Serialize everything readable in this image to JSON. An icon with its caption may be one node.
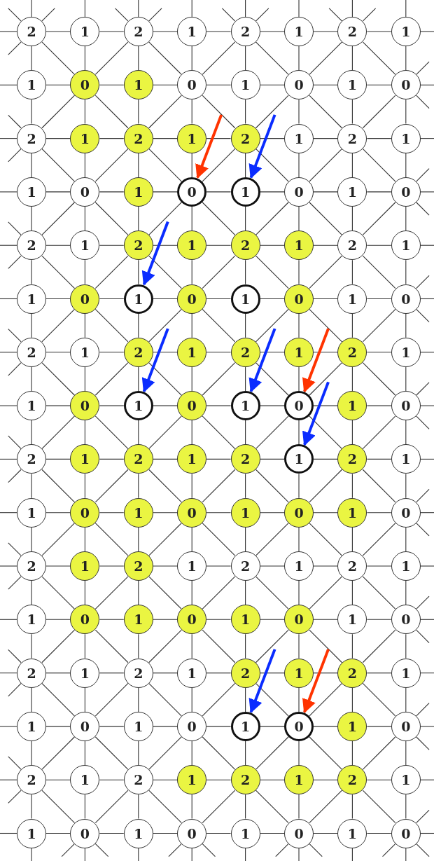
{
  "diagram": {
    "nodes": [
      {
        "text": [
          "2"
        ]
      },
      {
        "text": [
          "1"
        ]
      },
      {
        "text": [
          "2"
        ]
      },
      {
        "text": [
          "1"
        ]
      },
      {
        "text": [
          "2"
        ]
      },
      {
        "text": [
          "1"
        ]
      },
      {
        "text": [
          "2"
        ]
      },
      {
        "text": [
          "1"
        ]
      },
      {
        "text": [
          "1"
        ]
      },
      {
        "text": [
          "0"
        ]
      },
      {
        "text": [
          "1"
        ]
      },
      {
        "text": [
          "0"
        ]
      },
      {
        "text": [
          "1"
        ]
      },
      {
        "text": [
          "0"
        ]
      },
      {
        "text": [
          "1"
        ]
      },
      {
        "text": [
          "0"
        ]
      },
      {
        "text": [
          "2"
        ]
      },
      {
        "text": [
          "1"
        ]
      },
      {
        "text": [
          "2"
        ]
      },
      {
        "text": [
          "1"
        ]
      },
      {
        "text": [
          "2"
        ]
      },
      {
        "text": [
          "1"
        ]
      },
      {
        "text": [
          "2"
        ]
      },
      {
        "text": [
          "1"
        ]
      },
      {
        "text": [
          "1"
        ]
      },
      {
        "text": [
          "0"
        ]
      },
      {
        "text": [
          "1"
        ]
      },
      {
        "text": [
          "0"
        ]
      },
      {
        "text": [
          "1"
        ]
      },
      {
        "text": [
          "0"
        ]
      },
      {
        "text": [
          "1"
        ]
      },
      {
        "text": [
          "0"
        ]
      },
      {
        "text": [
          "2"
        ]
      },
      {
        "text": [
          "1"
        ]
      },
      {
        "text": [
          "2"
        ]
      },
      {
        "text": [
          "1"
        ]
      },
      {
        "text": [
          "2"
        ]
      },
      {
        "text": [
          "1"
        ]
      },
      {
        "text": [
          "2"
        ]
      },
      {
        "text": [
          "1"
        ]
      },
      {
        "text": [
          "1"
        ]
      },
      {
        "text": [
          "0"
        ]
      },
      {
        "text": [
          "1"
        ]
      },
      {
        "text": [
          "0"
        ]
      },
      {
        "text": [
          "1"
        ]
      },
      {
        "text": [
          "0"
        ]
      },
      {
        "text": [
          "1"
        ]
      },
      {
        "text": [
          "0"
        ]
      },
      {
        "text": [
          "2"
        ]
      },
      {
        "text": [
          "1"
        ]
      },
      {
        "text": [
          "2"
        ]
      },
      {
        "text": [
          "1"
        ]
      },
      {
        "text": [
          "2"
        ]
      },
      {
        "text": [
          "1"
        ]
      },
      {
        "text": [
          "2"
        ]
      },
      {
        "text": [
          "1"
        ]
      },
      {
        "text": [
          "1"
        ]
      },
      {
        "text": [
          "0"
        ]
      },
      {
        "text": [
          "1"
        ]
      },
      {
        "text": [
          "0"
        ]
      },
      {
        "text": [
          "1"
        ]
      },
      {
        "text": [
          "0"
        ]
      },
      {
        "text": [
          "1"
        ]
      },
      {
        "text": [
          "0"
        ]
      },
      {
        "text": [
          "2"
        ]
      },
      {
        "text": [
          "1"
        ]
      },
      {
        "text": [
          "2"
        ]
      },
      {
        "text": [
          "1"
        ]
      },
      {
        "text": [
          "2"
        ]
      },
      {
        "text": [
          "1"
        ]
      },
      {
        "text": [
          "2"
        ]
      },
      {
        "text": [
          "1"
        ]
      },
      {
        "text": [
          "1"
        ]
      },
      {
        "text": [
          "0"
        ]
      },
      {
        "text": [
          "1"
        ]
      },
      {
        "text": [
          "0"
        ]
      },
      {
        "text": [
          "1"
        ]
      },
      {
        "text": [
          "0"
        ]
      },
      {
        "text": [
          "1"
        ]
      },
      {
        "text": [
          "0"
        ]
      },
      {
        "text": [
          "2"
        ]
      },
      {
        "text": [
          "1"
        ]
      },
      {
        "text": [
          "2"
        ]
      },
      {
        "text": [
          "1"
        ]
      },
      {
        "text": [
          "2"
        ]
      },
      {
        "text": [
          "1"
        ]
      },
      {
        "text": [
          "2"
        ]
      },
      {
        "text": [
          "1"
        ]
      },
      {
        "text": [
          "1"
        ]
      },
      {
        "text": [
          "0"
        ]
      },
      {
        "text": [
          "1"
        ]
      },
      {
        "text": [
          "0"
        ]
      },
      {
        "text": [
          "1"
        ]
      },
      {
        "text": [
          "0"
        ]
      },
      {
        "text": [
          "1"
        ]
      },
      {
        "text": [
          "0"
        ]
      },
      {
        "text": [
          "2"
        ]
      },
      {
        "text": [
          "1"
        ]
      },
      {
        "text": [
          "2"
        ]
      },
      {
        "text": [
          "1"
        ]
      },
      {
        "text": [
          "2"
        ]
      },
      {
        "text": [
          "1"
        ]
      },
      {
        "text": [
          "2"
        ]
      },
      {
        "text": [
          "1"
        ]
      },
      {
        "text": [
          "1"
        ]
      },
      {
        "text": [
          "0"
        ]
      },
      {
        "text": [
          "1"
        ]
      },
      {
        "text": [
          "0"
        ]
      },
      {
        "text": [
          "1"
        ]
      },
      {
        "text": [
          "0"
        ]
      },
      {
        "text": [
          "1"
        ]
      },
      {
        "text": [
          "0"
        ]
      },
      {
        "text": [
          "2"
        ]
      },
      {
        "text": [
          "1"
        ]
      },
      {
        "text": [
          "2"
        ]
      },
      {
        "text": [
          "1"
        ]
      },
      {
        "text": [
          "2"
        ]
      },
      {
        "text": [
          "1"
        ]
      },
      {
        "text": [
          "2"
        ]
      },
      {
        "text": [
          "1"
        ]
      },
      {
        "text": [
          "1"
        ]
      },
      {
        "text": [
          "0"
        ]
      },
      {
        "text": [
          "1"
        ]
      },
      {
        "text": [
          "0"
        ]
      },
      {
        "text": [
          "1"
        ]
      },
      {
        "text": [
          "0"
        ]
      },
      {
        "text": [
          "1"
        ]
      },
      {
        "text": [
          "0"
        ]
      }
    ],
    "edges": [
      {
        "from": 0,
        "to": 1,
        "arrow": "none"
      },
      {
        "from": 1,
        "to": 2,
        "arrow": "none"
      },
      {
        "from": 2,
        "to": 3,
        "arrow": "none"
      },
      {
        "from": 3,
        "to": 4,
        "arrow": "none"
      },
      {
        "from": 4,
        "to": 5,
        "arrow": "none"
      },
      {
        "from": 5,
        "to": 6,
        "arrow": "none"
      },
      {
        "from": 6,
        "to": 7,
        "arrow": "none"
      },
      {
        "from": 0,
        "to": 8,
        "arrow": "none"
      },
      {
        "from": 1,
        "to": 9,
        "arrow": "none"
      },
      {
        "from": 2,
        "to": 10,
        "arrow": "none"
      },
      {
        "from": 3,
        "to": 11,
        "arrow": "none"
      },
      {
        "from": 4,
        "to": 12,
        "arrow": "none"
      },
      {
        "from": 5,
        "to": 13,
        "arrow": "none"
      },
      {
        "from": 6,
        "to": 14,
        "arrow": "none"
      },
      {
        "from": 7,
        "to": 15,
        "arrow": "none"
      },
      {
        "from": 0,
        "to": 9,
        "arrow": "none"
      },
      {
        "from": 2,
        "to": 9,
        "arrow": "none"
      },
      {
        "from": 2,
        "to": 11,
        "arrow": "none"
      },
      {
        "from": 4,
        "to": 11,
        "arrow": "none"
      },
      {
        "from": 4,
        "to": 13,
        "arrow": "none"
      },
      {
        "from": 6,
        "to": 13,
        "arrow": "none"
      },
      {
        "from": 6,
        "to": 15,
        "arrow": "none"
      },
      {
        "from": 8,
        "to": 9,
        "arrow": "none"
      },
      {
        "from": 9,
        "to": 10,
        "arrow": "none"
      },
      {
        "from": 10,
        "to": 11,
        "arrow": "none"
      },
      {
        "from": 11,
        "to": 12,
        "arrow": "none"
      },
      {
        "from": 12,
        "to": 13,
        "arrow": "none"
      },
      {
        "from": 13,
        "to": 14,
        "arrow": "none"
      },
      {
        "from": 14,
        "to": 15,
        "arrow": "none"
      },
      {
        "from": 8,
        "to": 16,
        "arrow": "none"
      },
      {
        "from": 9,
        "to": 17,
        "arrow": "none"
      },
      {
        "from": 10,
        "to": 18,
        "arrow": "none"
      },
      {
        "from": 11,
        "to": 19,
        "arrow": "none"
      },
      {
        "from": 12,
        "to": 20,
        "arrow": "none"
      },
      {
        "from": 13,
        "to": 21,
        "arrow": "none"
      },
      {
        "from": 14,
        "to": 22,
        "arrow": "none"
      },
      {
        "from": 15,
        "to": 23,
        "arrow": "none"
      },
      {
        "from": 9,
        "to": 16,
        "arrow": "none"
      },
      {
        "from": 9,
        "to": 18,
        "arrow": "none"
      },
      {
        "from": 11,
        "to": 18,
        "arrow": "none"
      },
      {
        "from": 11,
        "to": 20,
        "arrow": "none"
      },
      {
        "from": 13,
        "to": 20,
        "arrow": "none"
      },
      {
        "from": 13,
        "to": 22,
        "arrow": "none"
      },
      {
        "from": 15,
        "to": 22,
        "arrow": "none"
      },
      {
        "from": 16,
        "to": 17,
        "arrow": "none"
      },
      {
        "from": 17,
        "to": 18,
        "arrow": "none"
      },
      {
        "from": 18,
        "to": 19,
        "arrow": "none"
      },
      {
        "from": 19,
        "to": 20,
        "arrow": "none"
      },
      {
        "from": 20,
        "to": 21,
        "arrow": "none"
      },
      {
        "from": 21,
        "to": 22,
        "arrow": "none"
      },
      {
        "from": 22,
        "to": 23,
        "arrow": "none"
      },
      {
        "from": 16,
        "to": 24,
        "arrow": "none"
      },
      {
        "from": 17,
        "to": 25,
        "arrow": "none"
      },
      {
        "from": 18,
        "to": 26,
        "arrow": "none"
      },
      {
        "from": 19,
        "to": 27,
        "arrow": "none"
      },
      {
        "from": 20,
        "to": 28,
        "arrow": "none"
      },
      {
        "from": 21,
        "to": 29,
        "arrow": "none"
      },
      {
        "from": 22,
        "to": 30,
        "arrow": "none"
      },
      {
        "from": 23,
        "to": 31,
        "arrow": "none"
      },
      {
        "from": 16,
        "to": 25,
        "arrow": "none"
      },
      {
        "from": 18,
        "to": 25,
        "arrow": "none"
      },
      {
        "from": 18,
        "to": 27,
        "arrow": "none"
      },
      {
        "from": 20,
        "to": 27,
        "arrow": "none"
      },
      {
        "from": 20,
        "to": 29,
        "arrow": "none"
      },
      {
        "from": 22,
        "to": 29,
        "arrow": "none"
      },
      {
        "from": 22,
        "to": 31,
        "arrow": "none"
      },
      {
        "from": 24,
        "to": 25,
        "arrow": "none"
      },
      {
        "from": 25,
        "to": 26,
        "arrow": "none"
      },
      {
        "from": 26,
        "to": 27,
        "arrow": "none"
      },
      {
        "from": 27,
        "to": 28,
        "arrow": "none"
      },
      {
        "from": 28,
        "to": 29,
        "arrow": "none"
      },
      {
        "from": 29,
        "to": 30,
        "arrow": "none"
      },
      {
        "from": 30,
        "to": 31,
        "arrow": "none"
      },
      {
        "from": 24,
        "to": 32,
        "arrow": "none"
      },
      {
        "from": 25,
        "to": 33,
        "arrow": "none"
      },
      {
        "from": 26,
        "to": 34,
        "arrow": "none"
      },
      {
        "from": 27,
        "to": 35,
        "arrow": "none"
      },
      {
        "from": 28,
        "to": 36,
        "arrow": "none"
      },
      {
        "from": 29,
        "to": 37,
        "arrow": "none"
      },
      {
        "from": 30,
        "to": 38,
        "arrow": "none"
      },
      {
        "from": 31,
        "to": 39,
        "arrow": "none"
      },
      {
        "from": 25,
        "to": 32,
        "arrow": "none"
      },
      {
        "from": 25,
        "to": 34,
        "arrow": "none"
      },
      {
        "from": 27,
        "to": 34,
        "arrow": "none"
      },
      {
        "from": 27,
        "to": 36,
        "arrow": "none"
      },
      {
        "from": 29,
        "to": 36,
        "arrow": "none"
      },
      {
        "from": 29,
        "to": 38,
        "arrow": "none"
      },
      {
        "from": 31,
        "to": 38,
        "arrow": "none"
      },
      {
        "from": 32,
        "to": 33,
        "arrow": "none"
      },
      {
        "from": 33,
        "to": 34,
        "arrow": "none"
      },
      {
        "from": 34,
        "to": 35,
        "arrow": "none"
      },
      {
        "from": 35,
        "to": 36,
        "arrow": "none"
      },
      {
        "from": 36,
        "to": 37,
        "arrow": "none"
      },
      {
        "from": 37,
        "to": 38,
        "arrow": "none"
      },
      {
        "from": 38,
        "to": 39,
        "arrow": "none"
      },
      {
        "from": 32,
        "to": 40,
        "arrow": "none"
      },
      {
        "from": 33,
        "to": 41,
        "arrow": "none"
      },
      {
        "from": 34,
        "to": 42,
        "arrow": "none"
      },
      {
        "from": 35,
        "to": 43,
        "arrow": "none"
      },
      {
        "from": 36,
        "to": 44,
        "arrow": "none"
      },
      {
        "from": 37,
        "to": 45,
        "arrow": "none"
      },
      {
        "from": 38,
        "to": 46,
        "arrow": "none"
      },
      {
        "from": 39,
        "to": 47,
        "arrow": "none"
      },
      {
        "from": 32,
        "to": 41,
        "arrow": "none"
      },
      {
        "from": 34,
        "to": 41,
        "arrow": "none"
      },
      {
        "from": 34,
        "to": 43,
        "arrow": "none"
      },
      {
        "from": 36,
        "to": 43,
        "arrow": "none"
      },
      {
        "from": 36,
        "to": 45,
        "arrow": "none"
      },
      {
        "from": 38,
        "to": 45,
        "arrow": "none"
      },
      {
        "from": 38,
        "to": 47,
        "arrow": "none"
      },
      {
        "from": 40,
        "to": 41,
        "arrow": "none"
      },
      {
        "from": 41,
        "to": 42,
        "arrow": "none"
      },
      {
        "from": 42,
        "to": 43,
        "arrow": "none"
      },
      {
        "from": 43,
        "to": 44,
        "arrow": "none"
      },
      {
        "from": 44,
        "to": 45,
        "arrow": "none"
      },
      {
        "from": 45,
        "to": 46,
        "arrow": "none"
      },
      {
        "from": 46,
        "to": 47,
        "arrow": "none"
      },
      {
        "from": 40,
        "to": 48,
        "arrow": "none"
      },
      {
        "from": 41,
        "to": 49,
        "arrow": "none"
      },
      {
        "from": 42,
        "to": 50,
        "arrow": "none"
      },
      {
        "from": 43,
        "to": 51,
        "arrow": "none"
      },
      {
        "from": 44,
        "to": 52,
        "arrow": "none"
      },
      {
        "from": 45,
        "to": 53,
        "arrow": "none"
      },
      {
        "from": 46,
        "to": 54,
        "arrow": "none"
      },
      {
        "from": 47,
        "to": 55,
        "arrow": "none"
      },
      {
        "from": 41,
        "to": 48,
        "arrow": "none"
      },
      {
        "from": 41,
        "to": 50,
        "arrow": "none"
      },
      {
        "from": 43,
        "to": 50,
        "arrow": "none"
      },
      {
        "from": 43,
        "to": 52,
        "arrow": "none"
      },
      {
        "from": 45,
        "to": 52,
        "arrow": "none"
      },
      {
        "from": 45,
        "to": 54,
        "arrow": "none"
      },
      {
        "from": 47,
        "to": 54,
        "arrow": "none"
      },
      {
        "from": 48,
        "to": 49,
        "arrow": "none"
      },
      {
        "from": 49,
        "to": 50,
        "arrow": "none"
      },
      {
        "from": 50,
        "to": 51,
        "arrow": "none"
      },
      {
        "from": 51,
        "to": 52,
        "arrow": "none"
      },
      {
        "from": 52,
        "to": 53,
        "arrow": "none"
      },
      {
        "from": 53,
        "to": 54,
        "arrow": "none"
      },
      {
        "from": 54,
        "to": 55,
        "arrow": "none"
      },
      {
        "from": 48,
        "to": 56,
        "arrow": "none"
      },
      {
        "from": 49,
        "to": 57,
        "arrow": "none"
      },
      {
        "from": 50,
        "to": 58,
        "arrow": "none"
      },
      {
        "from": 51,
        "to": 59,
        "arrow": "none"
      },
      {
        "from": 52,
        "to": 60,
        "arrow": "none"
      },
      {
        "from": 53,
        "to": 61,
        "arrow": "none"
      },
      {
        "from": 54,
        "to": 62,
        "arrow": "none"
      },
      {
        "from": 55,
        "to": 63,
        "arrow": "none"
      },
      {
        "from": 48,
        "to": 57,
        "arrow": "none"
      },
      {
        "from": 50,
        "to": 57,
        "arrow": "none"
      },
      {
        "from": 50,
        "to": 59,
        "arrow": "none"
      },
      {
        "from": 52,
        "to": 59,
        "arrow": "none"
      },
      {
        "from": 52,
        "to": 61,
        "arrow": "none"
      },
      {
        "from": 54,
        "to": 61,
        "arrow": "none"
      },
      {
        "from": 54,
        "to": 63,
        "arrow": "none"
      },
      {
        "from": 56,
        "to": 57,
        "arrow": "none"
      },
      {
        "from": 57,
        "to": 58,
        "arrow": "none"
      },
      {
        "from": 58,
        "to": 59,
        "arrow": "none"
      },
      {
        "from": 59,
        "to": 60,
        "arrow": "none"
      },
      {
        "from": 60,
        "to": 61,
        "arrow": "none"
      },
      {
        "from": 61,
        "to": 62,
        "arrow": "none"
      },
      {
        "from": 62,
        "to": 63,
        "arrow": "none"
      },
      {
        "from": 56,
        "to": 64,
        "arrow": "none"
      },
      {
        "from": 57,
        "to": 65,
        "arrow": "none"
      },
      {
        "from": 58,
        "to": 66,
        "arrow": "none"
      },
      {
        "from": 59,
        "to": 67,
        "arrow": "none"
      },
      {
        "from": 60,
        "to": 68,
        "arrow": "none"
      },
      {
        "from": 61,
        "to": 69,
        "arrow": "none"
      },
      {
        "from": 62,
        "to": 70,
        "arrow": "none"
      },
      {
        "from": 63,
        "to": 71,
        "arrow": "none"
      },
      {
        "from": 57,
        "to": 64,
        "arrow": "none"
      },
      {
        "from": 57,
        "to": 66,
        "arrow": "none"
      },
      {
        "from": 59,
        "to": 66,
        "arrow": "none"
      },
      {
        "from": 59,
        "to": 68,
        "arrow": "none"
      },
      {
        "from": 61,
        "to": 68,
        "arrow": "none"
      },
      {
        "from": 61,
        "to": 70,
        "arrow": "none"
      },
      {
        "from": 63,
        "to": 70,
        "arrow": "none"
      },
      {
        "from": 64,
        "to": 65,
        "arrow": "none"
      },
      {
        "from": 65,
        "to": 66,
        "arrow": "none"
      },
      {
        "from": 66,
        "to": 67,
        "arrow": "none"
      },
      {
        "from": 67,
        "to": 68,
        "arrow": "none"
      },
      {
        "from": 68,
        "to": 69,
        "arrow": "none"
      },
      {
        "from": 69,
        "to": 70,
        "arrow": "none"
      },
      {
        "from": 70,
        "to": 71,
        "arrow": "none"
      },
      {
        "from": 64,
        "to": 72,
        "arrow": "none"
      },
      {
        "from": 65,
        "to": 73,
        "arrow": "none"
      },
      {
        "from": 66,
        "to": 74,
        "arrow": "none"
      },
      {
        "from": 67,
        "to": 75,
        "arrow": "none"
      },
      {
        "from": 68,
        "to": 76,
        "arrow": "none"
      },
      {
        "from": 69,
        "to": 77,
        "arrow": "none"
      },
      {
        "from": 70,
        "to": 78,
        "arrow": "none"
      },
      {
        "from": 71,
        "to": 79,
        "arrow": "none"
      },
      {
        "from": 64,
        "to": 73,
        "arrow": "none"
      },
      {
        "from": 66,
        "to": 73,
        "arrow": "none"
      },
      {
        "from": 66,
        "to": 75,
        "arrow": "none"
      },
      {
        "from": 68,
        "to": 75,
        "arrow": "none"
      },
      {
        "from": 68,
        "to": 77,
        "arrow": "none"
      },
      {
        "from": 70,
        "to": 77,
        "arrow": "none"
      },
      {
        "from": 70,
        "to": 79,
        "arrow": "none"
      },
      {
        "from": 72,
        "to": 73,
        "arrow": "none"
      },
      {
        "from": 73,
        "to": 74,
        "arrow": "none"
      },
      {
        "from": 74,
        "to": 75,
        "arrow": "none"
      },
      {
        "from": 75,
        "to": 76,
        "arrow": "none"
      },
      {
        "from": 76,
        "to": 77,
        "arrow": "none"
      },
      {
        "from": 77,
        "to": 78,
        "arrow": "none"
      },
      {
        "from": 78,
        "to": 79,
        "arrow": "none"
      },
      {
        "from": 72,
        "to": 80,
        "arrow": "none"
      },
      {
        "from": 73,
        "to": 81,
        "arrow": "none"
      },
      {
        "from": 74,
        "to": 82,
        "arrow": "none"
      },
      {
        "from": 75,
        "to": 83,
        "arrow": "none"
      },
      {
        "from": 76,
        "to": 84,
        "arrow": "none"
      },
      {
        "from": 77,
        "to": 85,
        "arrow": "none"
      },
      {
        "from": 78,
        "to": 86,
        "arrow": "none"
      },
      {
        "from": 79,
        "to": 87,
        "arrow": "none"
      },
      {
        "from": 73,
        "to": 80,
        "arrow": "none"
      },
      {
        "from": 73,
        "to": 82,
        "arrow": "none"
      },
      {
        "from": 75,
        "to": 82,
        "arrow": "none"
      },
      {
        "from": 75,
        "to": 84,
        "arrow": "none"
      },
      {
        "from": 77,
        "to": 84,
        "arrow": "none"
      },
      {
        "from": 77,
        "to": 86,
        "arrow": "none"
      },
      {
        "from": 79,
        "to": 86,
        "arrow": "none"
      },
      {
        "from": 80,
        "to": 81,
        "arrow": "none"
      },
      {
        "from": 81,
        "to": 82,
        "arrow": "none"
      },
      {
        "from": 82,
        "to": 83,
        "arrow": "none"
      },
      {
        "from": 83,
        "to": 84,
        "arrow": "none"
      },
      {
        "from": 84,
        "to": 85,
        "arrow": "none"
      },
      {
        "from": 85,
        "to": 86,
        "arrow": "none"
      },
      {
        "from": 86,
        "to": 87,
        "arrow": "none"
      },
      {
        "from": 80,
        "to": 88,
        "arrow": "none"
      },
      {
        "from": 81,
        "to": 89,
        "arrow": "none"
      },
      {
        "from": 82,
        "to": 90,
        "arrow": "none"
      },
      {
        "from": 83,
        "to": 91,
        "arrow": "none"
      },
      {
        "from": 84,
        "to": 92,
        "arrow": "none"
      },
      {
        "from": 85,
        "to": 93,
        "arrow": "none"
      },
      {
        "from": 86,
        "to": 94,
        "arrow": "none"
      },
      {
        "from": 87,
        "to": 95,
        "arrow": "none"
      },
      {
        "from": 80,
        "to": 89,
        "arrow": "none"
      },
      {
        "from": 82,
        "to": 89,
        "arrow": "none"
      },
      {
        "from": 82,
        "to": 91,
        "arrow": "none"
      },
      {
        "from": 84,
        "to": 91,
        "arrow": "none"
      },
      {
        "from": 84,
        "to": 93,
        "arrow": "none"
      },
      {
        "from": 86,
        "to": 93,
        "arrow": "none"
      },
      {
        "from": 86,
        "to": 95,
        "arrow": "none"
      },
      {
        "from": 88,
        "to": 89,
        "arrow": "none"
      },
      {
        "from": 89,
        "to": 90,
        "arrow": "none"
      },
      {
        "from": 90,
        "to": 91,
        "arrow": "none"
      },
      {
        "from": 91,
        "to": 92,
        "arrow": "none"
      },
      {
        "from": 92,
        "to": 93,
        "arrow": "none"
      },
      {
        "from": 93,
        "to": 94,
        "arrow": "none"
      },
      {
        "from": 94,
        "to": 95,
        "arrow": "none"
      },
      {
        "from": 88,
        "to": 96,
        "arrow": "none"
      },
      {
        "from": 89,
        "to": 97,
        "arrow": "none"
      },
      {
        "from": 90,
        "to": 98,
        "arrow": "none"
      },
      {
        "from": 91,
        "to": 99,
        "arrow": "none"
      },
      {
        "from": 92,
        "to": 100,
        "arrow": "none"
      },
      {
        "from": 93,
        "to": 101,
        "arrow": "none"
      },
      {
        "from": 94,
        "to": 102,
        "arrow": "none"
      },
      {
        "from": 95,
        "to": 103,
        "arrow": "none"
      },
      {
        "from": 89,
        "to": 96,
        "arrow": "none"
      },
      {
        "from": 89,
        "to": 98,
        "arrow": "none"
      },
      {
        "from": 91,
        "to": 98,
        "arrow": "none"
      },
      {
        "from": 91,
        "to": 100,
        "arrow": "none"
      },
      {
        "from": 93,
        "to": 100,
        "arrow": "none"
      },
      {
        "from": 93,
        "to": 102,
        "arrow": "none"
      },
      {
        "from": 95,
        "to": 102,
        "arrow": "none"
      },
      {
        "from": 96,
        "to": 97,
        "arrow": "none"
      },
      {
        "from": 97,
        "to": 98,
        "arrow": "none"
      },
      {
        "from": 98,
        "to": 99,
        "arrow": "none"
      },
      {
        "from": 99,
        "to": 100,
        "arrow": "none"
      },
      {
        "from": 100,
        "to": 101,
        "arrow": "none"
      },
      {
        "from": 101,
        "to": 102,
        "arrow": "none"
      },
      {
        "from": 102,
        "to": 103,
        "arrow": "none"
      },
      {
        "from": 96,
        "to": 104,
        "arrow": "none"
      },
      {
        "from": 97,
        "to": 105,
        "arrow": "none"
      },
      {
        "from": 98,
        "to": 106,
        "arrow": "none"
      },
      {
        "from": 99,
        "to": 107,
        "arrow": "none"
      },
      {
        "from": 100,
        "to": 108,
        "arrow": "none"
      },
      {
        "from": 101,
        "to": 109,
        "arrow": "none"
      },
      {
        "from": 102,
        "to": 110,
        "arrow": "none"
      },
      {
        "from": 103,
        "to": 111,
        "arrow": "none"
      },
      {
        "from": 96,
        "to": 105,
        "arrow": "none"
      },
      {
        "from": 98,
        "to": 105,
        "arrow": "none"
      },
      {
        "from": 98,
        "to": 107,
        "arrow": "none"
      },
      {
        "from": 100,
        "to": 107,
        "arrow": "none"
      },
      {
        "from": 100,
        "to": 109,
        "arrow": "none"
      },
      {
        "from": 102,
        "to": 109,
        "arrow": "none"
      },
      {
        "from": 102,
        "to": 111,
        "arrow": "none"
      },
      {
        "from": 104,
        "to": 105,
        "arrow": "none"
      },
      {
        "from": 105,
        "to": 106,
        "arrow": "none"
      },
      {
        "from": 106,
        "to": 107,
        "arrow": "none"
      },
      {
        "from": 107,
        "to": 108,
        "arrow": "none"
      },
      {
        "from": 108,
        "to": 109,
        "arrow": "none"
      },
      {
        "from": 109,
        "to": 110,
        "arrow": "none"
      },
      {
        "from": 110,
        "to": 111,
        "arrow": "none"
      },
      {
        "from": 104,
        "to": 112,
        "arrow": "none"
      },
      {
        "from": 105,
        "to": 113,
        "arrow": "none"
      },
      {
        "from": 106,
        "to": 114,
        "arrow": "none"
      },
      {
        "from": 107,
        "to": 115,
        "arrow": "none"
      },
      {
        "from": 108,
        "to": 116,
        "arrow": "none"
      },
      {
        "from": 109,
        "to": 117,
        "arrow": "none"
      },
      {
        "from": 110,
        "to": 118,
        "arrow": "none"
      },
      {
        "from": 111,
        "to": 119,
        "arrow": "none"
      },
      {
        "from": 105,
        "to": 112,
        "arrow": "none"
      },
      {
        "from": 105,
        "to": 114,
        "arrow": "none"
      },
      {
        "from": 107,
        "to": 114,
        "arrow": "none"
      },
      {
        "from": 107,
        "to": 116,
        "arrow": "none"
      },
      {
        "from": 109,
        "to": 116,
        "arrow": "none"
      },
      {
        "from": 109,
        "to": 118,
        "arrow": "none"
      },
      {
        "from": 111,
        "to": 118,
        "arrow": "none"
      },
      {
        "from": 112,
        "to": 113,
        "arrow": "none"
      },
      {
        "from": 113,
        "to": 114,
        "arrow": "none"
      },
      {
        "from": 114,
        "to": 115,
        "arrow": "none"
      },
      {
        "from": 115,
        "to": 116,
        "arrow": "none"
      },
      {
        "from": 116,
        "to": 117,
        "arrow": "none"
      },
      {
        "from": 117,
        "to": 118,
        "arrow": "none"
      },
      {
        "from": 118,
        "to": 119,
        "arrow": "none"
      },
      {
        "from": 112,
        "to": 120,
        "arrow": "none"
      },
      {
        "from": 113,
        "to": 121,
        "arrow": "none"
      },
      {
        "from": 114,
        "to": 122,
        "arrow": "none"
      },
      {
        "from": 115,
        "to": 123,
        "arrow": "none"
      },
      {
        "from": 116,
        "to": 124,
        "arrow": "none"
      },
      {
        "from": 117,
        "to": 125,
        "arrow": "none"
      },
      {
        "from": 118,
        "to": 126,
        "arrow": "none"
      },
      {
        "from": 119,
        "to": 127,
        "arrow": "none"
      },
      {
        "from": 112,
        "to": 121,
        "arrow": "none"
      },
      {
        "from": 114,
        "to": 121,
        "arrow": "none"
      },
      {
        "from": 114,
        "to": 123,
        "arrow": "none"
      },
      {
        "from": 116,
        "to": 123,
        "arrow": "none"
      },
      {
        "from": 116,
        "to": 125,
        "arrow": "none"
      },
      {
        "from": 118,
        "to": 125,
        "arrow": "none"
      },
      {
        "from": 118,
        "to": 127,
        "arrow": "none"
      },
      {
        "from": 120,
        "to": 121,
        "arrow": "none"
      },
      {
        "from": 121,
        "to": 122,
        "arrow": "none"
      },
      {
        "from": 122,
        "to": 123,
        "arrow": "none"
      },
      {
        "from": 123,
        "to": 124,
        "arrow": "none"
      },
      {
        "from": 124,
        "to": 125,
        "arrow": "none"
      },
      {
        "from": 125,
        "to": 126,
        "arrow": "none"
      },
      {
        "from": 126,
        "to": 127,
        "arrow": "none"
      },
      {
        "from": null,
        "to": 27,
        "arrow": "to",
        "style": "thick",
        "color": "#ff3300"
      },
      {
        "from": null,
        "to": 28,
        "arrow": "to",
        "style": "thick",
        "color": "#0a2cff"
      },
      {
        "from": null,
        "to": 42,
        "arrow": "to",
        "style": "thick",
        "color": "#0a2cff"
      },
      {
        "from": null,
        "to": 58,
        "arrow": "to",
        "style": "thick",
        "color": "#0a2cff"
      },
      {
        "from": null,
        "to": 60,
        "arrow": "to",
        "style": "thick",
        "color": "#0a2cff"
      },
      {
        "from": null,
        "to": 61,
        "arrow": "to",
        "style": "thick",
        "color": "#ff3300"
      },
      {
        "from": null,
        "to": 69,
        "arrow": "to",
        "style": "thick",
        "color": "#0a2cff"
      },
      {
        "from": null,
        "to": 108,
        "arrow": "to",
        "style": "thick",
        "color": "#0a2cff"
      },
      {
        "from": null,
        "to": 109,
        "arrow": "to",
        "style": "thick",
        "color": "#ff3300"
      }
    ]
  }
}
